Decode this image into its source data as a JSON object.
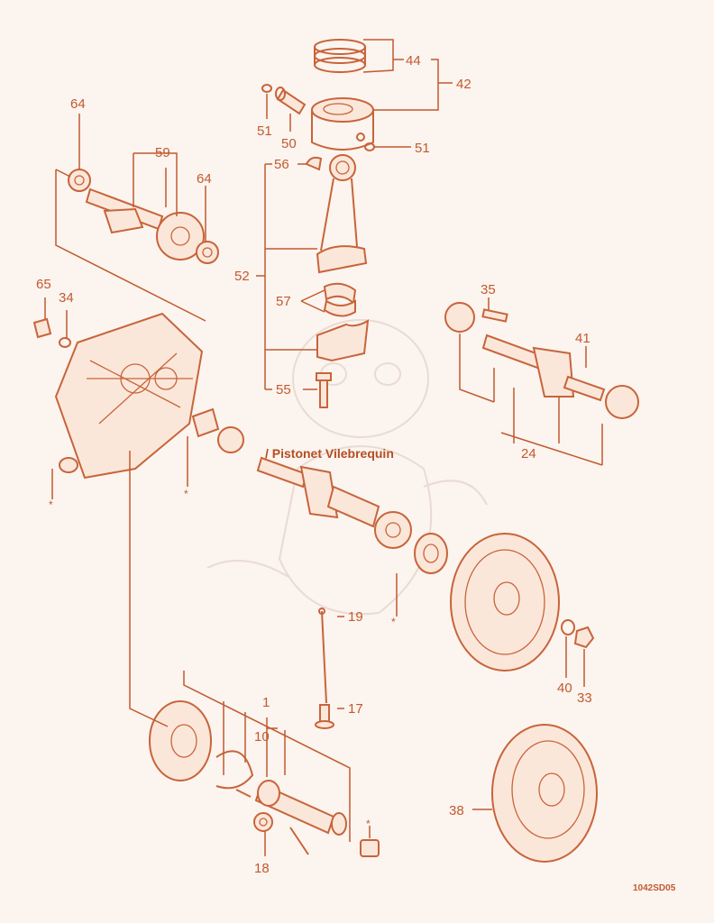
{
  "diagram": {
    "section_title": "/ Pistonet Vilebrequin",
    "drawing_code": "1042SD05",
    "asterisk": "*",
    "callouts": [
      {
        "id": "44",
        "label": "44"
      },
      {
        "id": "42",
        "label": "42"
      },
      {
        "id": "51a",
        "label": "51"
      },
      {
        "id": "50",
        "label": "50"
      },
      {
        "id": "51b",
        "label": "51"
      },
      {
        "id": "56",
        "label": "56"
      },
      {
        "id": "52",
        "label": "52"
      },
      {
        "id": "57",
        "label": "57"
      },
      {
        "id": "55",
        "label": "55"
      },
      {
        "id": "64a",
        "label": "64"
      },
      {
        "id": "59",
        "label": "59"
      },
      {
        "id": "64b",
        "label": "64"
      },
      {
        "id": "65",
        "label": "65"
      },
      {
        "id": "34",
        "label": "34"
      },
      {
        "id": "35",
        "label": "35"
      },
      {
        "id": "41",
        "label": "41"
      },
      {
        "id": "24",
        "label": "24"
      },
      {
        "id": "19",
        "label": "19"
      },
      {
        "id": "17",
        "label": "17"
      },
      {
        "id": "1",
        "label": "1"
      },
      {
        "id": "10",
        "label": "10"
      },
      {
        "id": "18",
        "label": "18"
      },
      {
        "id": "40",
        "label": "40"
      },
      {
        "id": "33",
        "label": "33"
      },
      {
        "id": "38",
        "label": "38"
      }
    ]
  },
  "colors": {
    "line": "#c8643a",
    "background": "#fbf4ef"
  }
}
